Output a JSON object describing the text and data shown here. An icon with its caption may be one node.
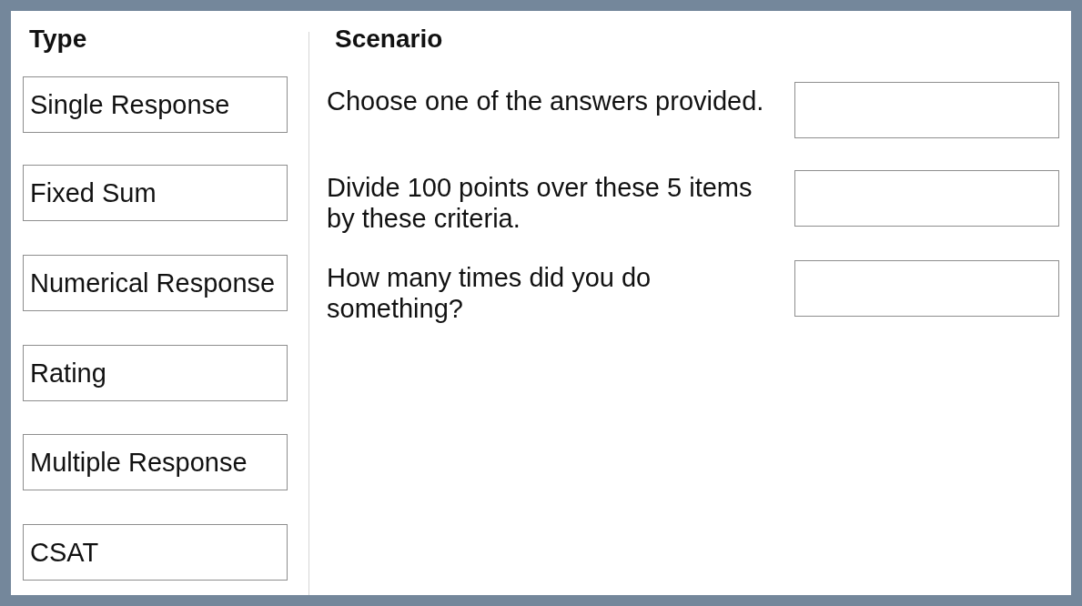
{
  "diagram": {
    "nodes": [
      {
        "text": [
          "Single Response"
        ]
      },
      {
        "text": [
          "Fixed Sum"
        ]
      },
      {
        "text": [
          "Numerical Response"
        ]
      },
      {
        "text": [
          "Rating"
        ]
      },
      {
        "text": [
          "Multiple Response"
        ]
      },
      {
        "text": [
          "CSAT"
        ]
      },
      {
        "text": [],
        "shape": "box"
      },
      {
        "text": [],
        "shape": "box"
      },
      {
        "text": [],
        "shape": "box"
      }
    ],
    "labels": [
      "Type",
      "Scenario",
      "Choose one of the answers provided.",
      "Divide 100 points over these 5 items by these criteria.",
      "How many times did you do something?"
    ]
  }
}
